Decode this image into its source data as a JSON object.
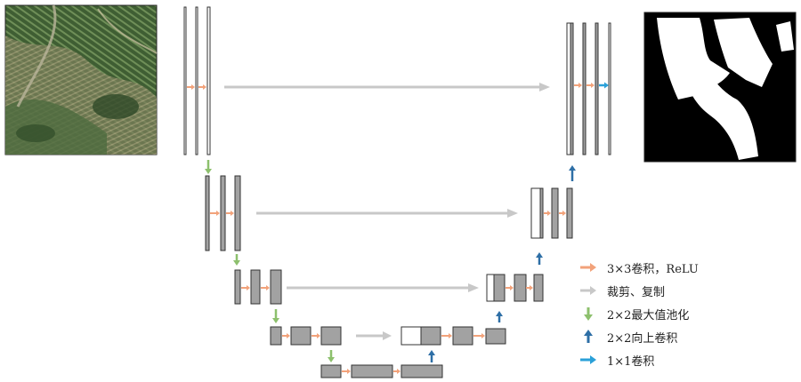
{
  "colors": {
    "conv": "#f2a27a",
    "copy": "#c8c8c8",
    "pool": "#8dc06d",
    "up": "#2e6fa6",
    "final": "#2aa0d8",
    "block": "#a2a2a2",
    "outline": "#333333"
  },
  "legend": [
    {
      "key": "conv",
      "label": "3×3卷积，ReLU",
      "icon": "right-arrow-icon"
    },
    {
      "key": "copy",
      "label": "裁剪、复制",
      "icon": "right-arrow-icon"
    },
    {
      "key": "pool",
      "label": "2×2最大值池化",
      "icon": "down-arrow-icon"
    },
    {
      "key": "up",
      "label": "2×2向上卷积",
      "icon": "up-arrow-icon"
    },
    {
      "key": "final",
      "label": "1×1卷积",
      "icon": "right-arrow-icon"
    }
  ],
  "images": {
    "input": "satellite-image",
    "output": "segmentation-mask"
  }
}
